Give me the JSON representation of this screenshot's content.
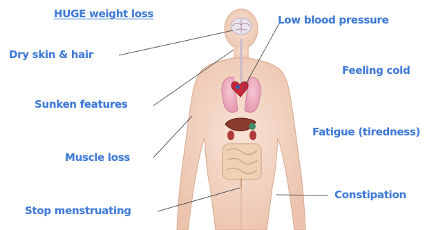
{
  "title": "HUGE weight loss",
  "labels": {
    "dry_skin_hair": "Dry skin & hair",
    "sunken_features": "Sunken features",
    "muscle_loss": "Muscle loss",
    "stop_menstruating": "Stop menstruating",
    "low_blood_pressure": "Low blood pressure",
    "feeling_cold": "Feeling cold",
    "fatigue": "Fatigue (tiredness)",
    "constipation": "Constipation"
  },
  "colors": {
    "label_text": "#3f7ad6",
    "body_fill": "#f3d6c6",
    "body_outline": "#d9a98f",
    "leader_line": "#555555"
  }
}
